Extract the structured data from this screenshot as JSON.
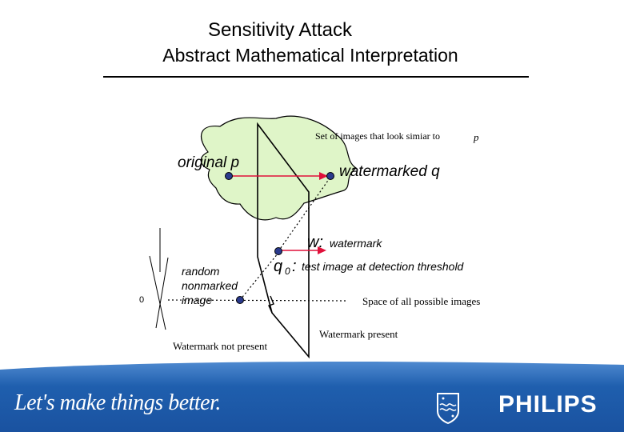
{
  "slide": {
    "title_line1": "Sensitivity Attack",
    "title_line2": "Abstract Mathematical Interpretation"
  },
  "diagram": {
    "set_label": "Set of images that look simiar to",
    "set_label_var": "p",
    "original_label": "original p",
    "watermarked_label": "watermarked q",
    "w_symbol": "w:",
    "w_desc": "watermark",
    "q0_symbol": "q",
    "q0_sub": "0",
    "q0_colon": ":",
    "q0_desc": "test image at detection threshold",
    "random_label_line1": "random",
    "random_label_line2": "nonmarked",
    "random_label_line3": "image",
    "origin_label": "0",
    "space_label": "Space of all possible images",
    "watermark_present": "Watermark present",
    "watermark_not_present": "Watermark not present"
  },
  "footer": {
    "slogan": "Let's make things better.",
    "brand": "PHILIPS",
    "colors": {
      "band": "#1f5fae",
      "band_light": "#4f8ad0"
    }
  },
  "colors": {
    "blob_fill": "#dff5c8",
    "arrow_red": "#e0103a",
    "point_fill": "#2a3a8c"
  },
  "icons": [
    "philips-shield-icon"
  ]
}
